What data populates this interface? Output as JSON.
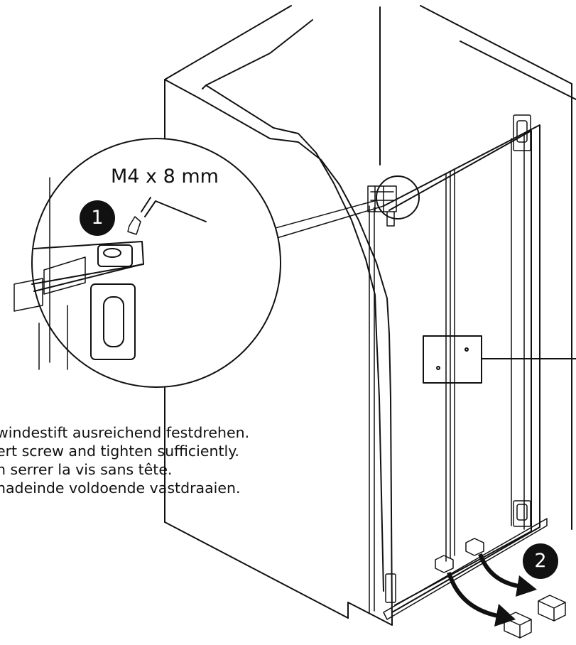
{
  "labels": {
    "screw_spec": "M4 x 8 mm",
    "step_1": "1",
    "step_2": "2"
  },
  "instructions": [
    "windestift ausreichend festdrehen.",
    "ert screw and tighten sufficiently.",
    "n serrer la vis sans tête.",
    "nadeinde voldoende vastdraaien."
  ],
  "colors": {
    "ink": "#111111",
    "background": "#ffffff"
  }
}
